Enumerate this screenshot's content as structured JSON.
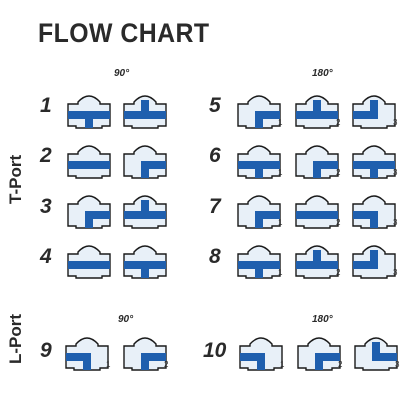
{
  "title": "FLOW CHART",
  "tport": {
    "side_label": "T-Port",
    "headers": {
      "left": "90°",
      "right": "180°"
    },
    "rows": [
      {
        "left_number": "1",
        "right_number": "5"
      },
      {
        "left_number": "2",
        "right_number": "6"
      },
      {
        "left_number": "3",
        "right_number": "7"
      },
      {
        "left_number": "4",
        "right_number": "8"
      }
    ]
  },
  "lport": {
    "side_label": "L-Port",
    "headers": {
      "left": "90°",
      "right": "180°"
    },
    "left_number": "9",
    "right_number": "10"
  },
  "position_labels": {
    "p1": "1",
    "p2": "2",
    "p3": "3"
  },
  "colors": {
    "flow": "#1f5fae",
    "body_fill": "#e8f0f8",
    "outline": "#1a1a1a"
  },
  "icons": [
    "valve-body-icon",
    "flow-path-icon"
  ]
}
